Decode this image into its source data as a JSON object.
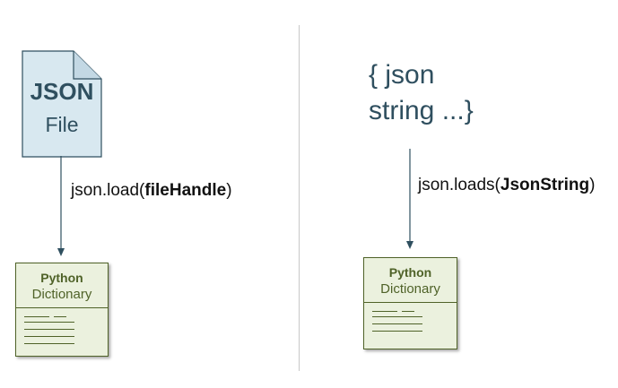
{
  "left": {
    "file": {
      "line1": "JSON",
      "line2": "File",
      "fill_color": "#d8e8f0",
      "stroke_color": "#2f4f5f"
    },
    "method": {
      "prefix": "json.load(",
      "arg": "fileHandle",
      "suffix": ")"
    },
    "dict": {
      "title": "Python",
      "subtitle": "Dictionary"
    }
  },
  "right": {
    "json_string": {
      "line1": "{ json",
      "line2": "string ...}"
    },
    "method": {
      "prefix": "json.loads(",
      "arg": "JsonString",
      "suffix": ")"
    },
    "dict": {
      "title": "Python",
      "subtitle": "Dictionary"
    }
  },
  "colors": {
    "arrow": "#2f4f5f",
    "divider": "#c8c8c8",
    "dict_fill": "#ebf1de",
    "dict_stroke": "#4f6228"
  }
}
